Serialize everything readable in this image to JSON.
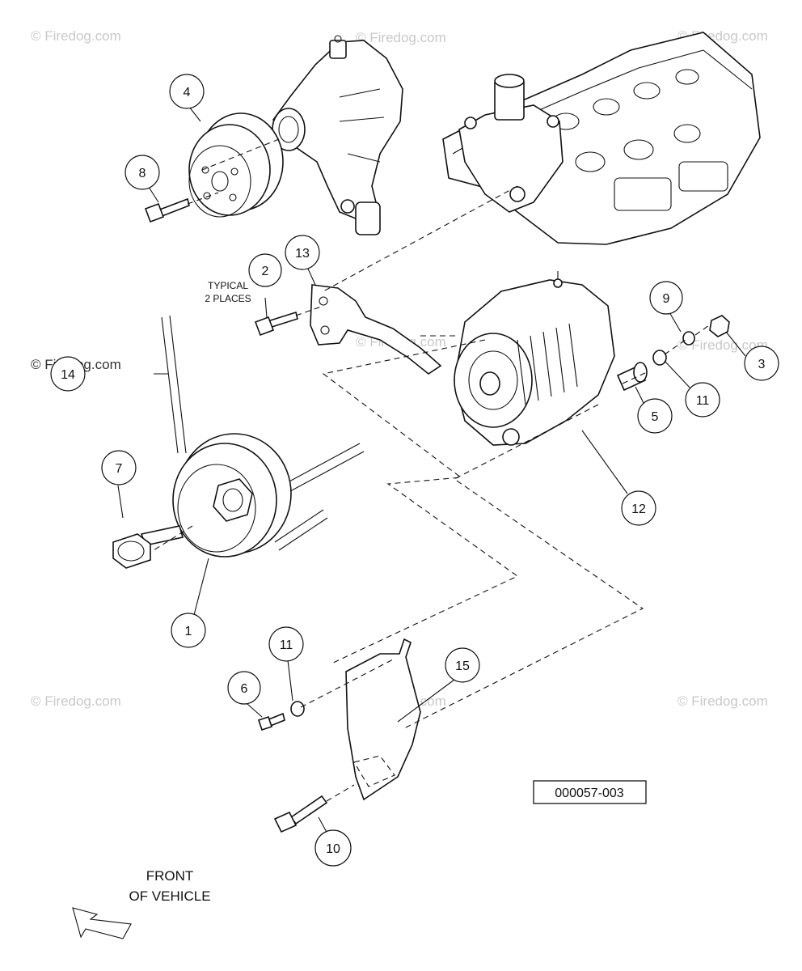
{
  "callouts": {
    "c1": "1",
    "c2": "2",
    "c3": "3",
    "c4": "4",
    "c5": "5",
    "c6": "6",
    "c7": "7",
    "c8": "8",
    "c9": "9",
    "c10": "10",
    "c11a": "11",
    "c11b": "11",
    "c12": "12",
    "c13": "13",
    "c14": "14",
    "c15": "15"
  },
  "notes": {
    "typical_line1": "TYPICAL",
    "typical_line2": "2 PLACES",
    "front_line1": "FRONT",
    "front_line2": "OF VEHICLE"
  },
  "part_number": "000057-003",
  "watermark": "© Firedog.com",
  "colors": {
    "ink": "#111111",
    "watermark": "#c9c9c9",
    "background": "#ffffff"
  }
}
